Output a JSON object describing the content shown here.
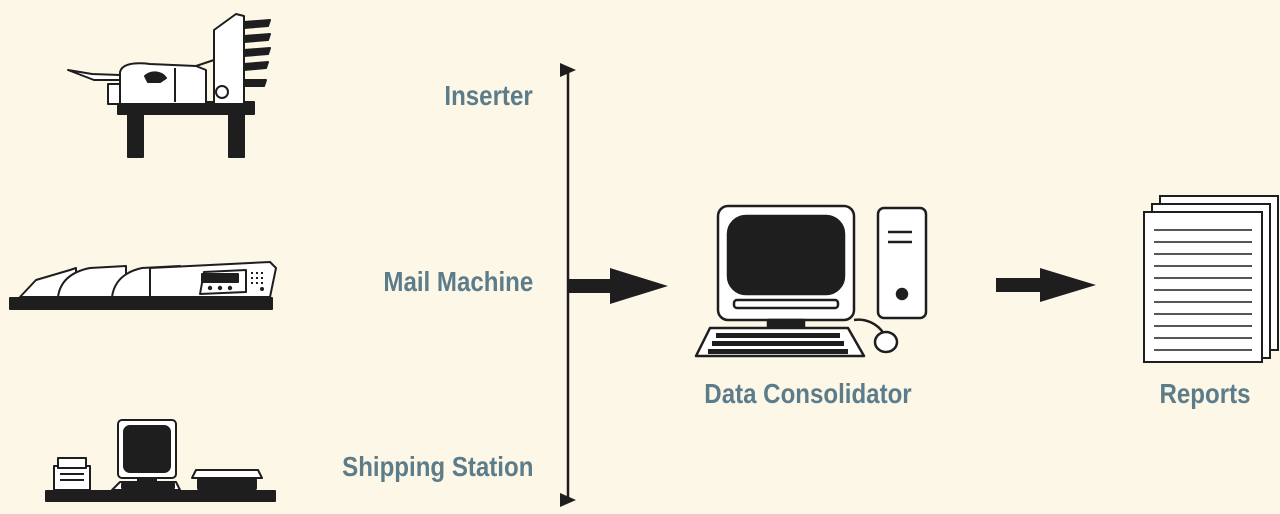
{
  "colors": {
    "background": "#FDF7E7",
    "label": "#5C7C8A",
    "ink": "#1E1E1E",
    "paper": "#FFFFFF"
  },
  "sources": [
    {
      "label": "Inserter",
      "icon": "inserter-machine-icon"
    },
    {
      "label": "Mail Machine",
      "icon": "mail-machine-icon"
    },
    {
      "label": "Shipping Station",
      "icon": "shipping-station-icon"
    }
  ],
  "consolidator": {
    "label": "Data Consolidator",
    "icon": "desktop-computer-icon"
  },
  "output": {
    "label": "Reports",
    "icon": "report-pages-icon"
  },
  "connectors": {
    "collector": "double-headed-vertical-arrow-icon",
    "flow": "right-arrow-icon"
  }
}
